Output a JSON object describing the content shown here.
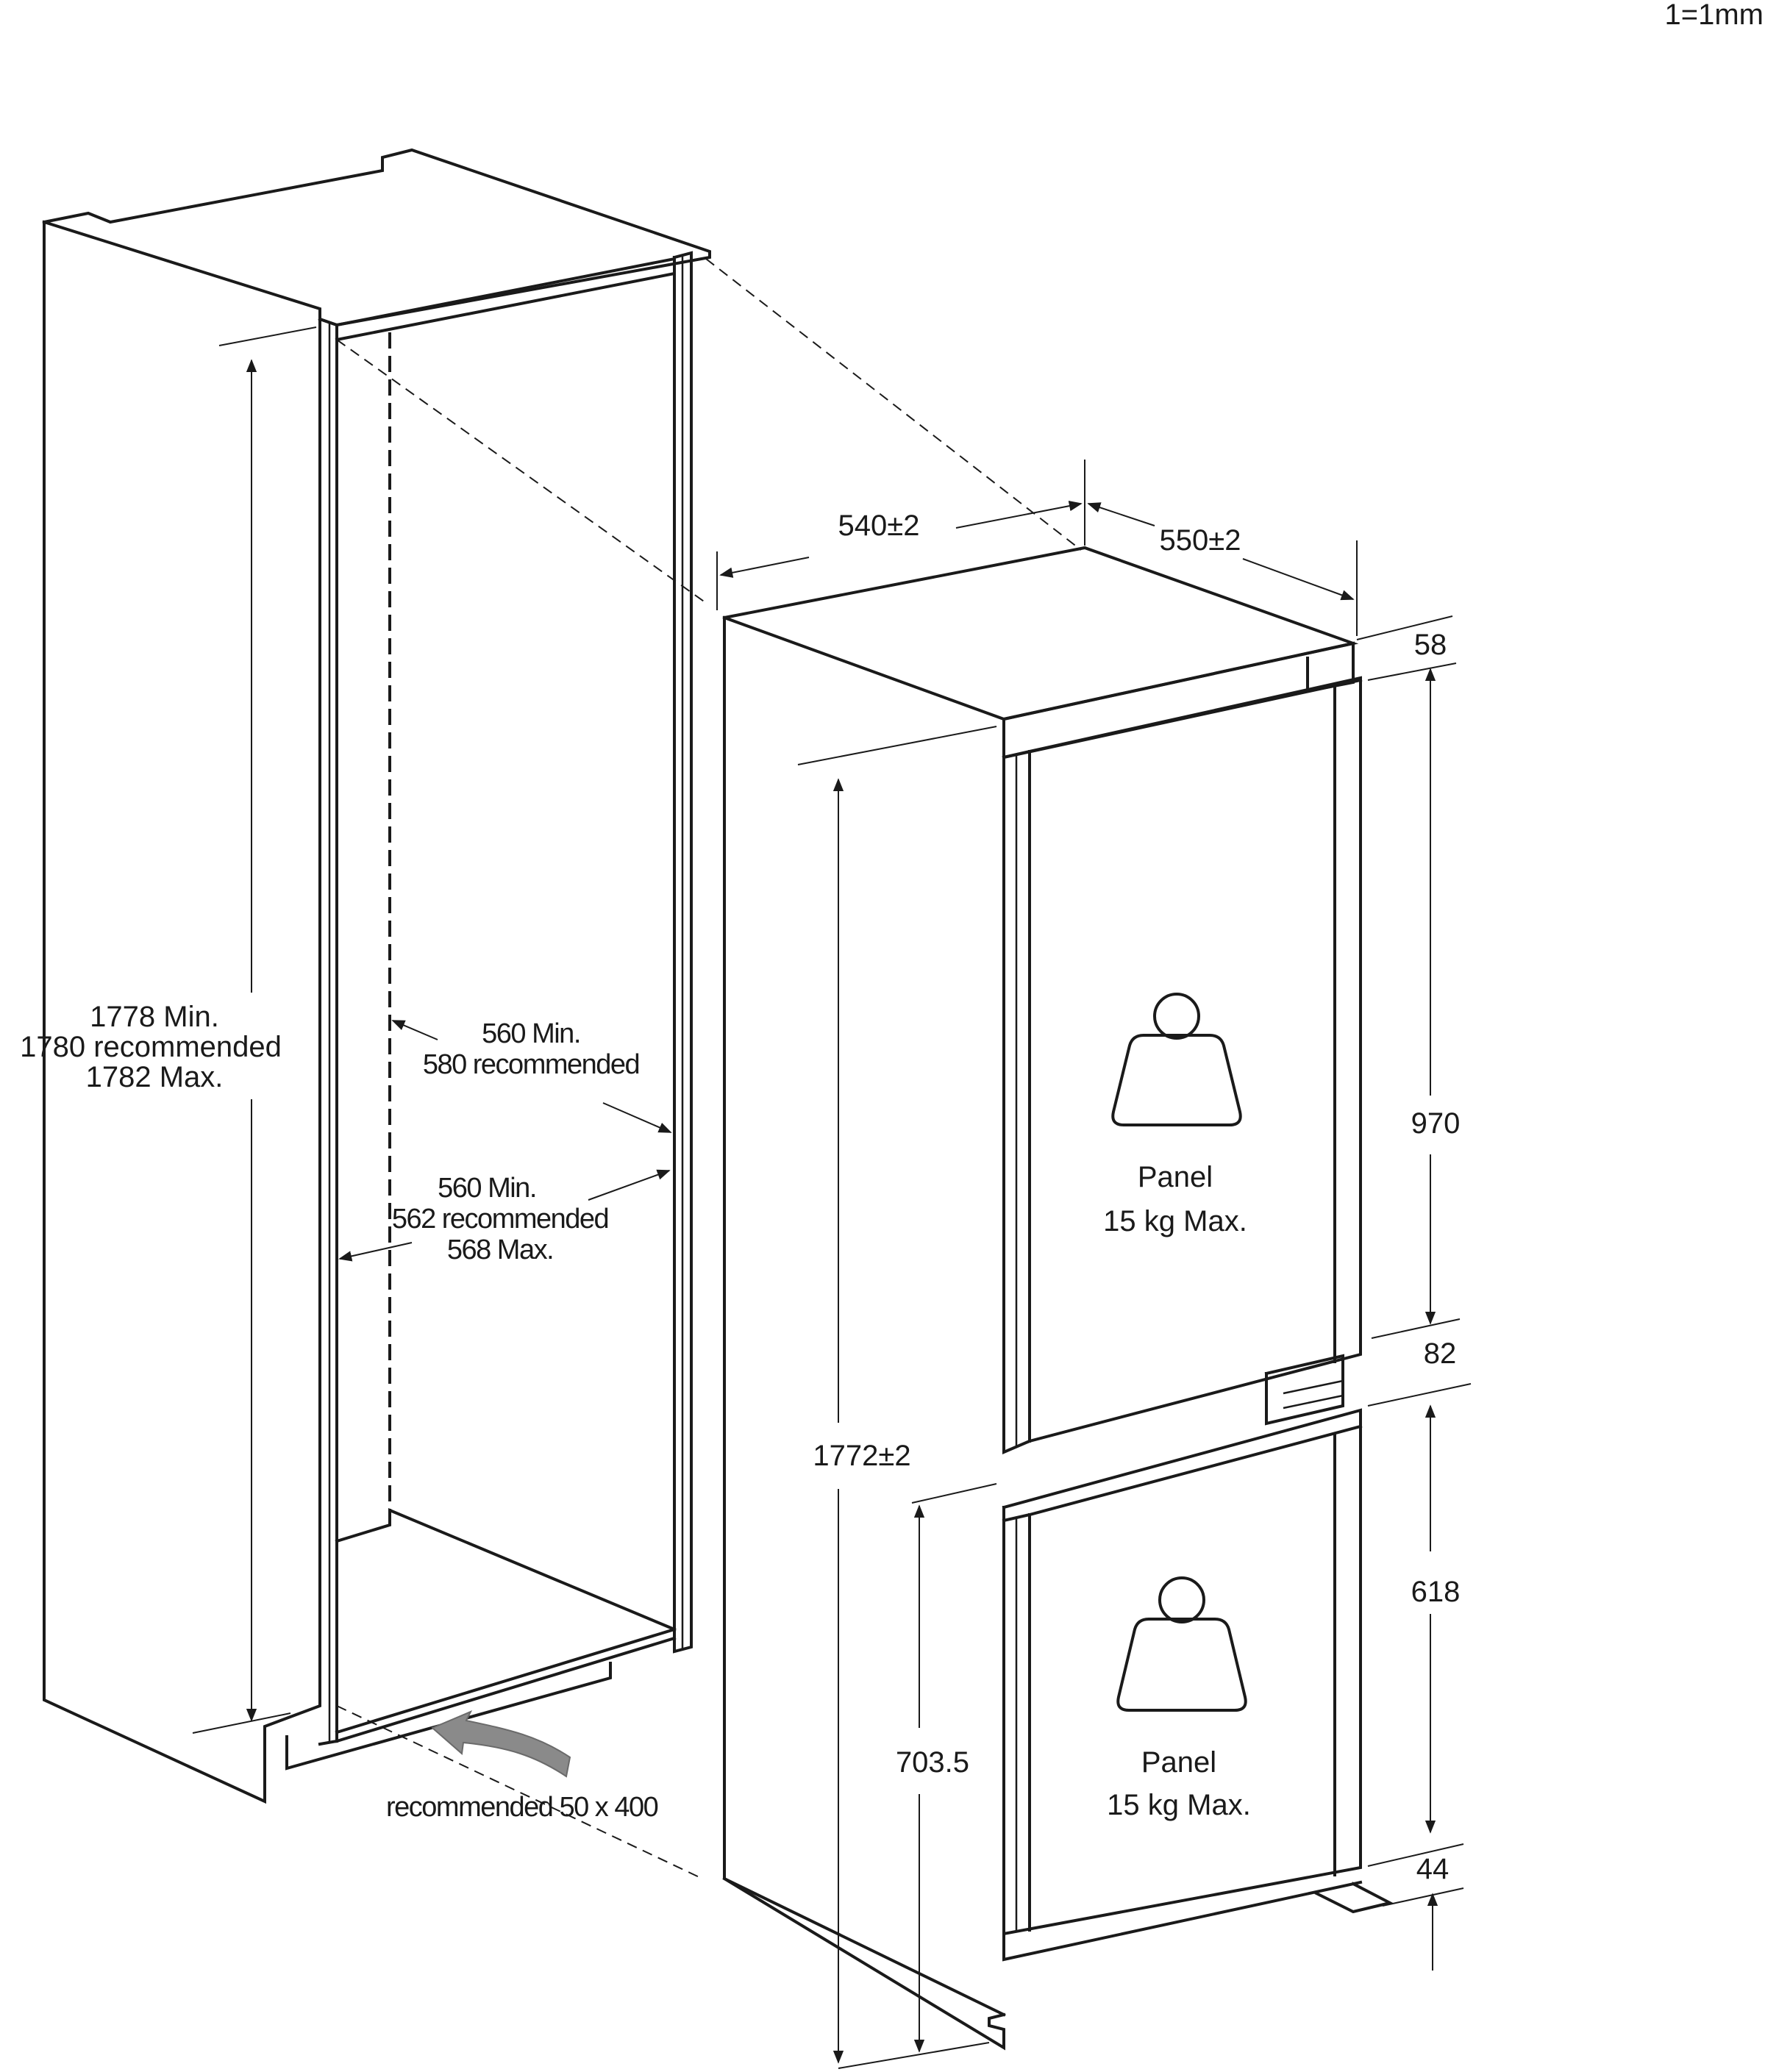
{
  "scale_note": "1=1mm",
  "niche": {
    "height_lines": [
      "1778 Min.",
      "1780 recommended",
      "1782 Max."
    ],
    "depth_lines": [
      "560 Min.",
      "580 recommended"
    ],
    "width_lines": [
      "560 Min.",
      "562 recommended",
      "568 Max."
    ],
    "ventilation": "recommended 50 x 400"
  },
  "appliance": {
    "width": "540±2",
    "depth": "550±2",
    "height": "1772±2",
    "lower_height": "703.5",
    "top_gap": "58",
    "upper_door": "970",
    "middle_gap": "82",
    "lower_door": "618",
    "bottom_gap": "44"
  },
  "panels": [
    {
      "label": "Panel",
      "weight": "15 kg Max."
    },
    {
      "label": "Panel",
      "weight": "15 kg Max."
    }
  ],
  "icons": [
    "weight-icon",
    "weight-icon",
    "airflow-arrow-icon"
  ]
}
